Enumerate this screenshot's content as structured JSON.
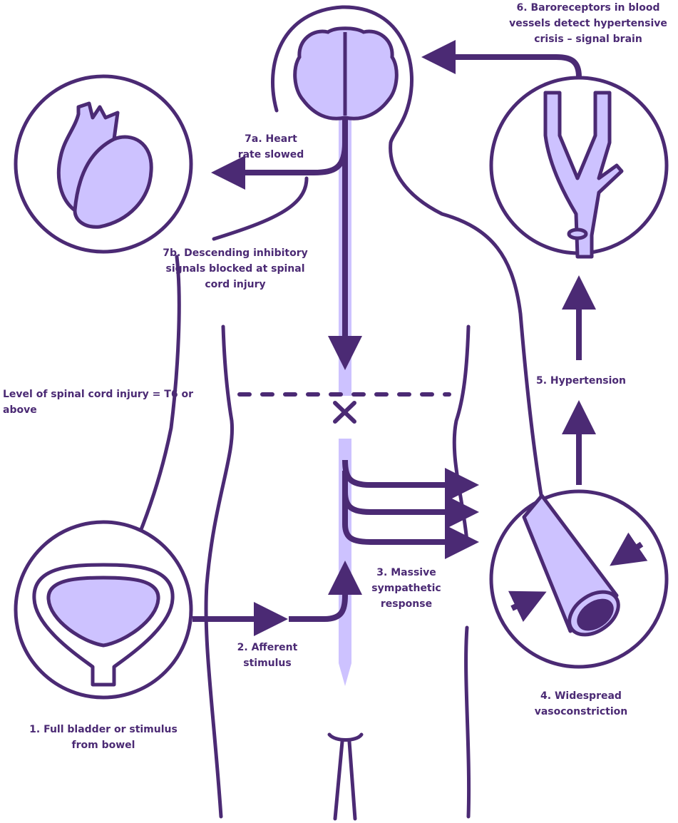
{
  "colors": {
    "dark": "#4b2a74",
    "light": "#cdc2ff"
  },
  "labels": {
    "step1": "1. Full bladder or stimulus from bowel",
    "step2": "2. Afferent stimulus",
    "step3": "3. Massive sympathetic response",
    "step4": "4. Widespread vasoconstriction",
    "step5": "5. Hypertension",
    "step6": "6. Baroreceptors in blood vessels detect hypertensive crisis – signal brain",
    "step7a": "7a. Heart rate slowed",
    "step7b": "7b. Descending inhibitory signals blocked at spinal cord injury",
    "injury_level": "Level of spinal cord injury = T6 or above"
  },
  "icons": [
    "brain-icon",
    "heart-icon",
    "bladder-icon",
    "blood-vessel-branch-icon",
    "constricted-vessel-icon",
    "injury-cross-icon"
  ]
}
